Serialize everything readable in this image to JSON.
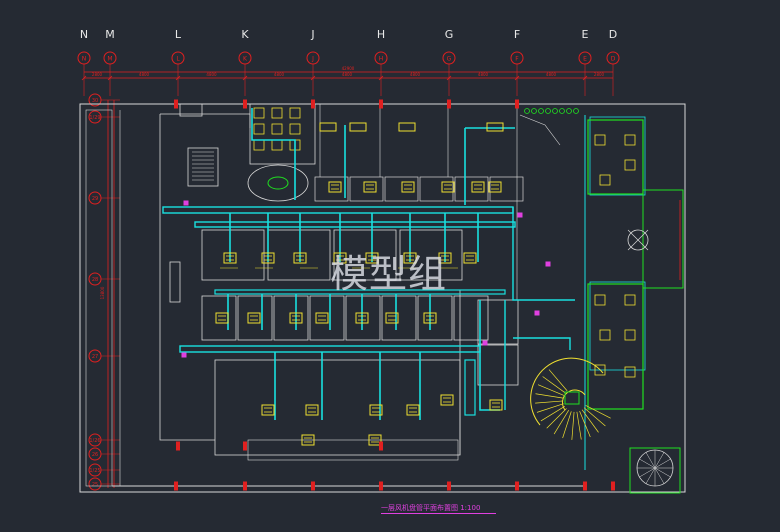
{
  "drawing": {
    "watermark": "模型组",
    "title": "一层风机盘管平面布置图 1:100",
    "total_dimension": "42900",
    "side_dimension": "13800"
  },
  "grid": {
    "columns": [
      "N",
      "M",
      "L",
      "K",
      "J",
      "H",
      "G",
      "F",
      "E",
      "D"
    ],
    "rows": [
      "30",
      "1/29",
      "29",
      "28",
      "27",
      "1/26",
      "26",
      "1/25",
      "25"
    ],
    "bay_dimensions": [
      "2800",
      "4800",
      "4800",
      "4800",
      "4800",
      "4800",
      "4800",
      "4800",
      "2800",
      "1200"
    ]
  },
  "colors": {
    "background": "#252a33",
    "wall": "#d8d8d8",
    "duct": "#19e0e0",
    "unit": "#f0e030",
    "equipment": "#20e020",
    "dimension": "#e02020",
    "annotation": "#e040e0"
  }
}
